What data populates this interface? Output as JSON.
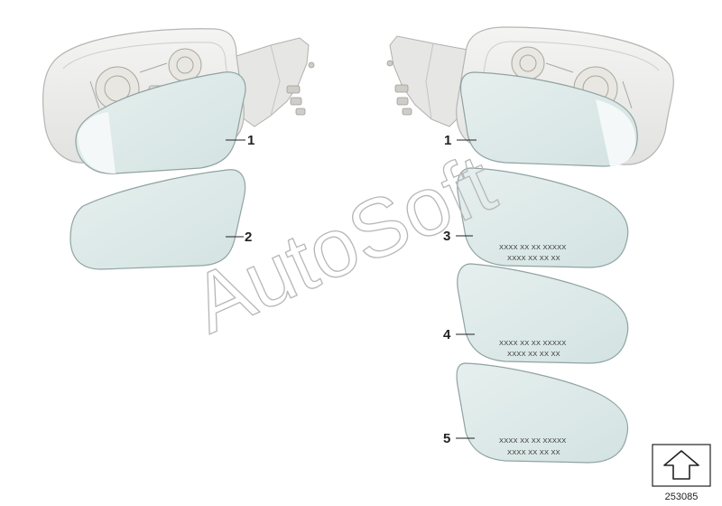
{
  "callouts": [
    {
      "key": "left_housing",
      "label": "1"
    },
    {
      "key": "left_glass",
      "label": "2"
    },
    {
      "key": "right_housing",
      "label": "1"
    },
    {
      "key": "right_glass_3",
      "label": "3"
    },
    {
      "key": "right_glass_4",
      "label": "4"
    },
    {
      "key": "right_glass_5",
      "label": "5"
    }
  ],
  "glass_markings": {
    "line1": "XXXX XX XX XXXXX",
    "line2": "XXXX XX XX XX"
  },
  "watermark": "AutoSoft",
  "diagram_id": "253085",
  "icon": "up-arrow-icon",
  "colors": {
    "glass_fill": "#dde9e8",
    "glass_stroke": "#8fa3a2",
    "housing_fill": "#ededec",
    "housing_stroke": "#b5b5b3",
    "mechanism": "#bdbab3"
  }
}
